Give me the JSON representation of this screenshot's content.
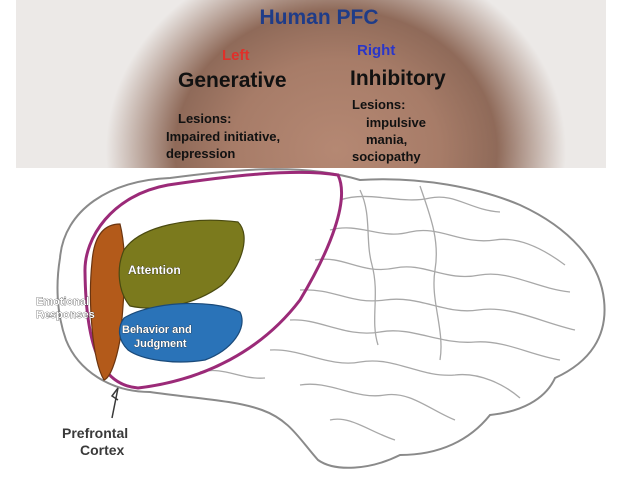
{
  "title": "Human PFC",
  "left": {
    "heading": "Left",
    "title": "Generative",
    "lesions_label": "Lesions:",
    "effects": [
      "Impaired initiative,",
      "depression"
    ]
  },
  "right": {
    "heading": "Right",
    "title": "Inhibitory",
    "lesions_label": "Lesions:",
    "effects": [
      "impulsive",
      "mania,",
      "sociopathy"
    ]
  },
  "diagram": {
    "regions": {
      "attention": "Attention",
      "emotional_responses": [
        "Emotional",
        "Responses"
      ],
      "behavior_judgment": [
        "Behavior and",
        "Judgment"
      ]
    },
    "pointer_label": [
      "Prefrontal",
      "Cortex"
    ]
  },
  "colors": {
    "title": "#1f3c88",
    "left_heading": "#e0302a",
    "right_heading": "#2a36c9",
    "attention": "#7b7a1d",
    "emotional": "#b35a1a",
    "behavior": "#2a73b8",
    "pfc_outline": "#9b2a78"
  }
}
